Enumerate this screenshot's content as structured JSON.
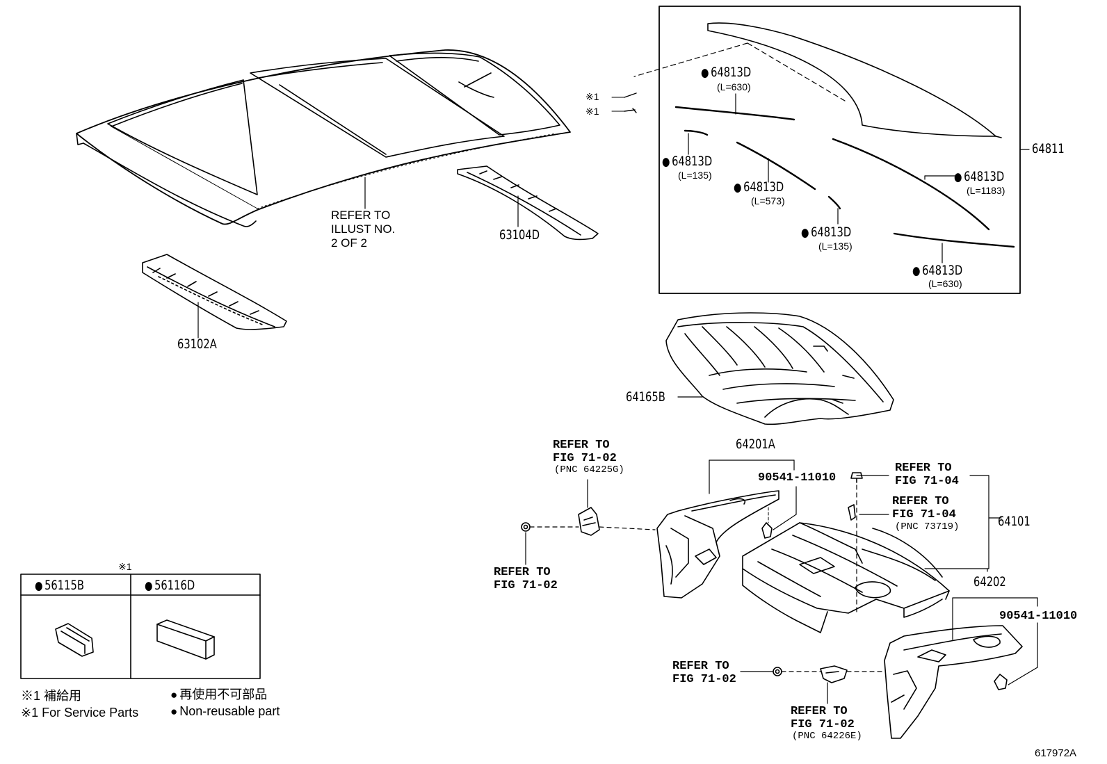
{
  "roof": {
    "refer_note": "REFER TO\nILLUST NO.\n2 OF 2",
    "front_header_panel": "63102A",
    "rear_header_panel": "63104D"
  },
  "back_window_box": {
    "glass": "64811",
    "service_marks": [
      "※1",
      "※1"
    ],
    "moldings": [
      {
        "part": "64813D",
        "length": "(L=630)"
      },
      {
        "part": "64813D",
        "length": "(L=135)"
      },
      {
        "part": "64813D",
        "length": "(L=573)"
      },
      {
        "part": "64813D",
        "length": "(L=1183)"
      },
      {
        "part": "64813D",
        "length": "(L=135)"
      },
      {
        "part": "64813D",
        "length": "(L=630)"
      }
    ]
  },
  "package_tray": {
    "silencer": "64165B",
    "panel_assy": "64101",
    "left_side": "64201A",
    "right_side": "64202",
    "clip_left": "90541-11010",
    "clip_right": "90541-11010"
  },
  "references": {
    "ref_a": "REFER TO\nFIG 71-02",
    "ref_a_pnc": "(PNC 64225G)",
    "ref_b": "REFER TO\nFIG 71-02",
    "ref_c": "REFER TO\nFIG 71-04",
    "ref_d": "REFER TO\nFIG 71-04",
    "ref_d_pnc": "(PNC 73719)",
    "ref_e": "REFER TO\nFIG 71-02",
    "ref_f": "REFER TO\nFIG 71-02",
    "ref_f_pnc": "(PNC 64226E)"
  },
  "service_parts_box": {
    "header_mark": "※1",
    "left_part": "56115B",
    "right_part": "56116D"
  },
  "legend": {
    "service_jp": "※1 補給用",
    "service_en": "※1 For Service Parts",
    "nonreuse_jp": "再使用不可部品",
    "nonreuse_en": "Non-reusable part"
  },
  "illustration_id": "617972A"
}
